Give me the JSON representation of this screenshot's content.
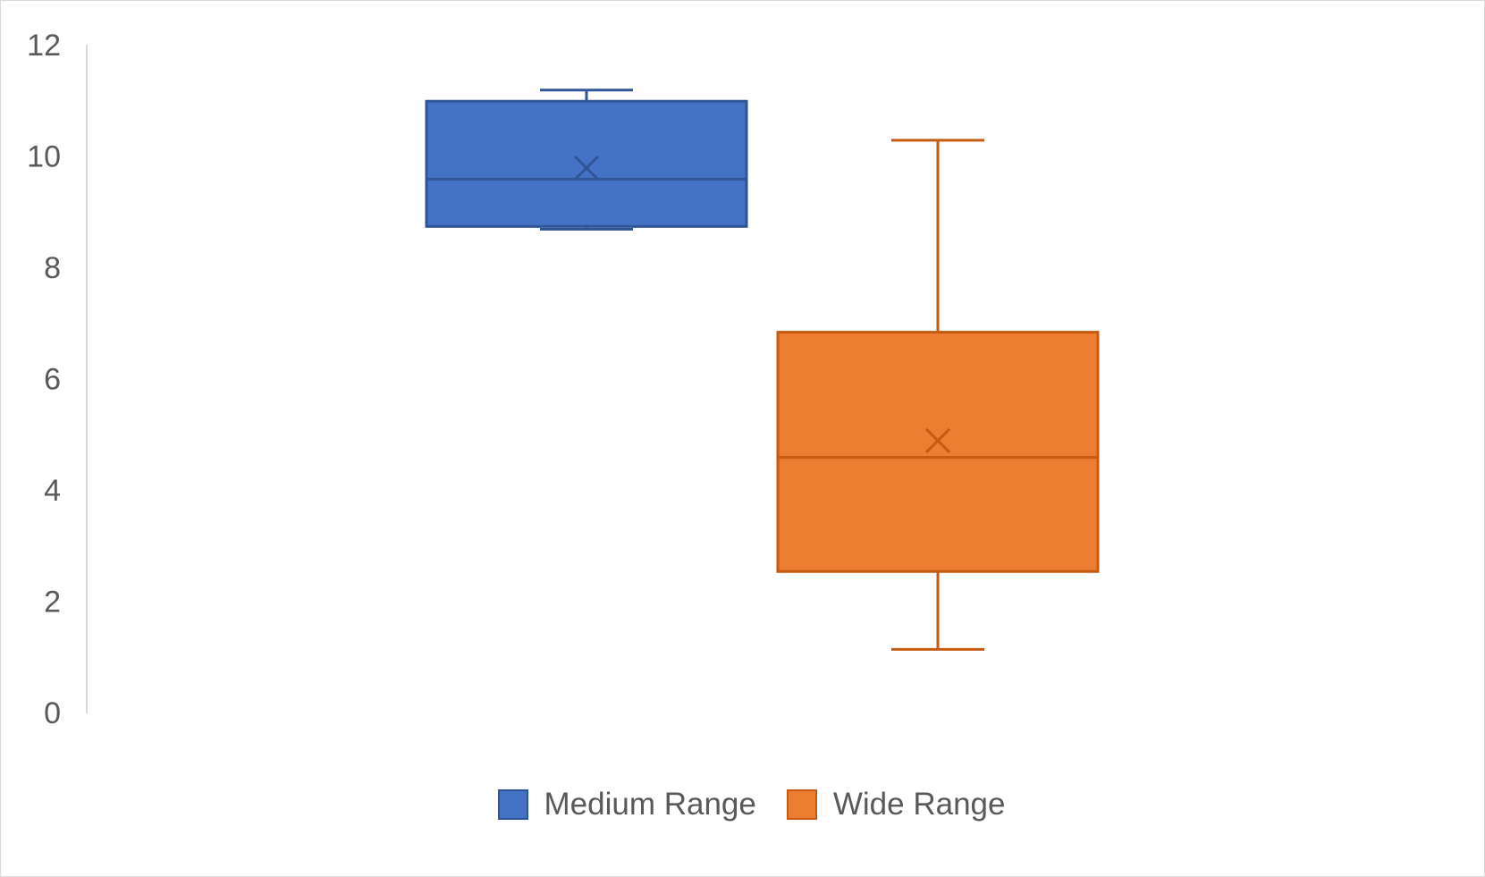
{
  "chart_data": {
    "type": "box",
    "title": "",
    "xlabel": "",
    "ylabel": "",
    "ylim": [
      0,
      12
    ],
    "yticks": [
      "0",
      "2",
      "4",
      "6",
      "8",
      "10",
      "12"
    ],
    "grid": false,
    "legend_position": "bottom",
    "series": [
      {
        "name": "Medium Range",
        "color": "#4472C4",
        "edge_color": "#2F5597",
        "min": 8.7,
        "q1": 8.75,
        "median": 9.6,
        "q3": 11.0,
        "max": 11.2,
        "mean": 9.8
      },
      {
        "name": "Wide Range",
        "color": "#ED7D31",
        "edge_color": "#C55A11",
        "min": 1.15,
        "q1": 2.55,
        "median": 4.6,
        "q3": 6.85,
        "max": 10.3,
        "mean": 4.9
      }
    ]
  }
}
